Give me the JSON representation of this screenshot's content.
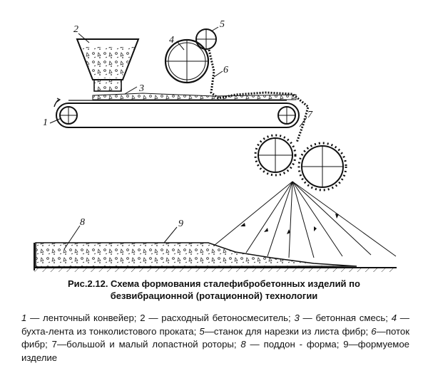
{
  "figure": {
    "labels": [
      "1",
      "2",
      "3",
      "4",
      "5",
      "6",
      "7",
      "8",
      "9"
    ]
  },
  "caption": {
    "line1": "Рис.2.12. Схема формования сталефибробетонных изделий по",
    "line2": "безвибрационной (ротационной) технологии"
  },
  "legend": [
    {
      "num": "1",
      "text": " — ленточный конвейер; "
    },
    {
      "num": "2",
      "text": " — расходный бетоносмеситель; "
    },
    {
      "num": "3",
      "text": " — бетонная смесь; "
    },
    {
      "num": "4",
      "text": " —бухта-лента из тонколистового проката; "
    },
    {
      "num": "5",
      "text": "—станок для нарезки из листа фибр; "
    },
    {
      "num": "6",
      "text": "—поток фибр; "
    },
    {
      "num": "7",
      "text": "—большой и малый лопастной роторы; "
    },
    {
      "num": "8",
      "text": " — поддон - форма; "
    },
    {
      "num": "9",
      "text": "—формуемое изделие"
    }
  ]
}
